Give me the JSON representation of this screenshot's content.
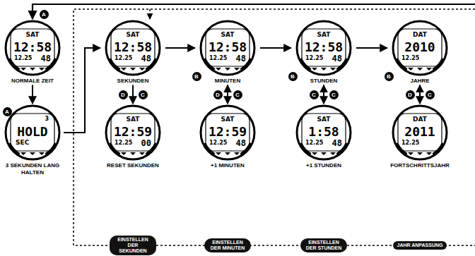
{
  "diagram": {
    "nodes": [
      {
        "text": [
          "SAT",
          "12:58",
          "12.25",
          "48",
          "NORMALE ZEIT"
        ]
      },
      {
        "text": [
          "3",
          "HOLD",
          "SEC",
          "3 SEKUNDEN LANG HALTEN"
        ]
      },
      {
        "text": [
          "SAT",
          "12:58",
          "12.25",
          "48",
          "SEKUNDEN"
        ]
      },
      {
        "text": [
          "SAT",
          "12:58",
          "12.25",
          "48",
          "MINUTEN"
        ]
      },
      {
        "text": [
          "SAT",
          "12:58",
          "12.25",
          "48",
          "STUNDEN"
        ]
      },
      {
        "text": [
          "DAT",
          "2010",
          "12.25",
          "JAHRE"
        ]
      },
      {
        "text": [
          "SAT",
          "12:59",
          "12.25",
          "00",
          "RESET SEKUNDEN"
        ]
      },
      {
        "text": [
          "SAT",
          "12:59",
          "12.25",
          "48",
          "+1 MINUTEN"
        ]
      },
      {
        "text": [
          "SAT",
          "1:58",
          "12.25",
          "48",
          "+1 STUNDEN"
        ]
      },
      {
        "text": [
          "DAT",
          "2011",
          "12.25",
          "FORTSCHRITTSJAHR"
        ]
      },
      {
        "text": [
          "EINSTELLEN DER SEKUNDEN"
        ]
      },
      {
        "text": [
          "EINSTELLEN DER MINUTEN"
        ]
      },
      {
        "text": [
          "EINSTELLEN DER STUNDEN"
        ]
      },
      {
        "text": [
          "JAHR ANPASSUNG"
        ]
      }
    ],
    "edges": [
      {
        "from": 0,
        "to": 1,
        "arrow": "to"
      },
      {
        "from": 1,
        "to": 2,
        "arrow": "to"
      },
      {
        "from": 2,
        "to": 3,
        "arrow": "to"
      },
      {
        "from": 3,
        "to": 4,
        "arrow": "to"
      },
      {
        "from": 4,
        "to": 5,
        "arrow": "to"
      },
      {
        "from": 2,
        "to": 6,
        "arrow": "to"
      },
      {
        "from": 3,
        "to": 7,
        "arrow": "both"
      },
      {
        "from": 4,
        "to": 8,
        "arrow": "both"
      },
      {
        "from": 5,
        "to": 9,
        "arrow": "both"
      }
    ],
    "labels": [
      "A",
      "A",
      "B",
      "B",
      "B",
      "D",
      "C",
      "D",
      "C",
      "C",
      "C",
      "D",
      "C"
    ]
  }
}
